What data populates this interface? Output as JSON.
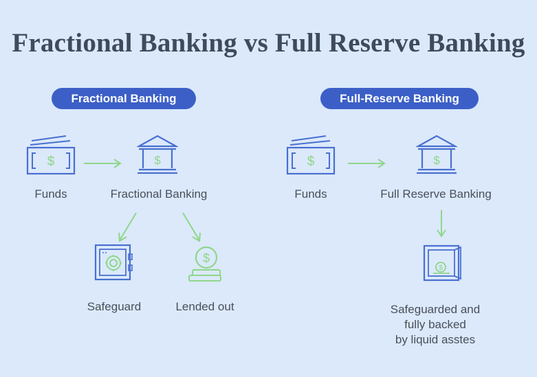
{
  "title": "Fractional Banking vs Full Reserve Banking",
  "colors": {
    "background": "#dbe9fb",
    "pill": "#3c5fc7",
    "icon_blue": "#4a6fd0",
    "icon_green": "#8fd68a",
    "arrow": "#8fd68a",
    "text": "#4a4f5a"
  },
  "left": {
    "header": "Fractional Banking",
    "funds_label": "Funds",
    "bank_label": "Fractional Banking",
    "safeguard_label": "Safeguard",
    "lended_label": "Lended out"
  },
  "right": {
    "header": "Full-Reserve Banking",
    "funds_label": "Funds",
    "bank_label": "Full Reserve Banking",
    "vault_label_lines": [
      "Safeguarded and",
      "fully backed",
      "by liquid asstes"
    ]
  },
  "icons": {
    "funds": "cash-icon",
    "bank": "bank-icon",
    "vault": "vault-icon",
    "coins": "coins-icon"
  }
}
